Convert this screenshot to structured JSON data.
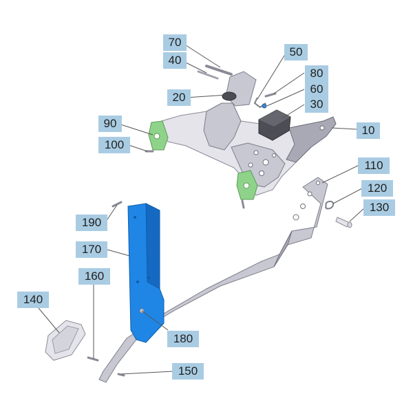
{
  "callouts": {
    "c10": "10",
    "c20": "20",
    "c30": "30",
    "c40": "40",
    "c50": "50",
    "c60": "60",
    "c70": "70",
    "c80": "80",
    "c90": "90",
    "c100": "100",
    "c110": "110",
    "c120": "120",
    "c130": "130",
    "c140": "140",
    "c150": "150",
    "c160": "160",
    "c170": "170",
    "c180": "180",
    "c190": "190"
  },
  "colors": {
    "callout_bg": "#a9cce3",
    "highlight_part": "#1f86e6",
    "bushing": "#8ed389",
    "steel": "#c8c8d2"
  }
}
